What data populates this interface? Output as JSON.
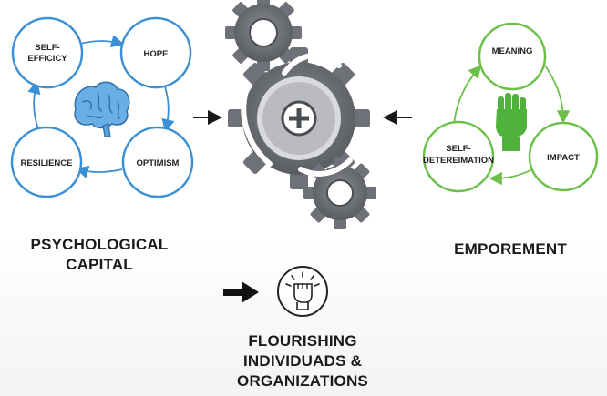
{
  "psychological_capital": {
    "title_lines": [
      "PSYCHOLOGICAL",
      "CAPITAL"
    ],
    "nodes": {
      "self_efficacy": [
        "SELF-",
        "EFFICICY"
      ],
      "hope": [
        "HOPE"
      ],
      "resilience": [
        "RESILIENCE"
      ],
      "optimism": [
        "OPTIMISM"
      ]
    },
    "icon": "brain-icon",
    "color": "#3b8fd4"
  },
  "empowerment": {
    "title": "EMPOREMENT",
    "nodes": {
      "meaning": [
        "MEANING"
      ],
      "impact": [
        "IMPACT"
      ],
      "self_determination": [
        "SELF-",
        "DETEREIMATION"
      ]
    },
    "icon": "raised-fist-icon",
    "color": "#6cc04a"
  },
  "center": {
    "icon": "gears-icon",
    "plus_icon": "plus-icon"
  },
  "outcome": {
    "title_lines": [
      "FLOURISHING",
      "INDIVIDUADS &",
      "ORGANIZATIONS"
    ],
    "icon": "fist-lightbulb-icon"
  }
}
